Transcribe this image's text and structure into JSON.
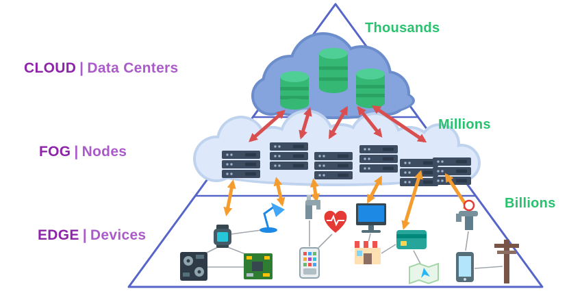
{
  "diagram": {
    "tiers": [
      {
        "name": "CLOUD",
        "sep": "|",
        "descriptor": "Data Centers",
        "scale": "Thousands"
      },
      {
        "name": "FOG",
        "sep": "|",
        "descriptor": "Nodes",
        "scale": "Millions"
      },
      {
        "name": "EDGE",
        "sep": "|",
        "descriptor": "Devices",
        "scale": "Billions"
      }
    ],
    "colors": {
      "tier_name_purple": "#8E24AA",
      "tier_descriptor_purple": "#AB5BC9",
      "scale_green": "#28C26E",
      "pyramid_border_blue": "#5565C8",
      "cloud_blue": "#85A4DD",
      "fog_cloud_blue": "#DDE9FA",
      "database_green": "#35B873",
      "server_slate": "#3D4C60",
      "cloud_fog_arrow_red": "#D94F4F",
      "fog_edge_arrow_orange": "#F59C2F",
      "device_link_gray": "#9FA6AD"
    },
    "icons": {
      "cloud_tier": [
        "cloud",
        "database",
        "database",
        "database"
      ],
      "fog_tier": [
        "fog-cloud",
        "server-rack",
        "server-rack",
        "server-rack",
        "server-rack",
        "server-rack",
        "server-rack"
      ],
      "edge_tier": [
        "smartwatch",
        "disk-array",
        "circuit-board",
        "desk-lamp",
        "faucet",
        "heart-monitor",
        "smartphone-apps",
        "desktop-monitor",
        "storefront",
        "credit-card",
        "map-navigation",
        "water-tap",
        "smartphone",
        "utility-pole"
      ]
    }
  }
}
